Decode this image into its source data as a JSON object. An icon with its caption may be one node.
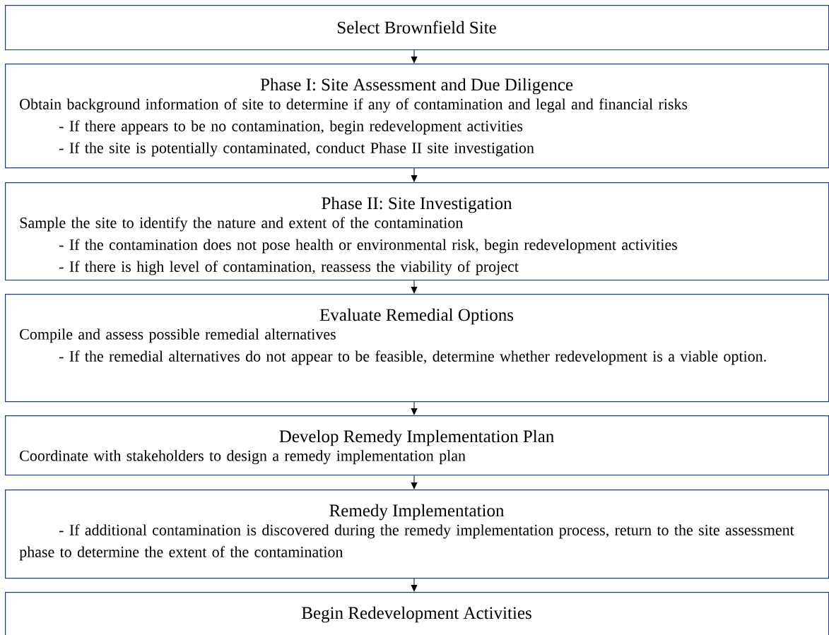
{
  "diagram": {
    "nodes": [
      {
        "text": [
          "Select Brownfield Site"
        ]
      },
      {
        "text": [
          "Phase I: Site Assessment and Due Diligence",
          "Obtain background information of site to determine if any of contamination and legal and financial risks",
          "- If there appears to be no contamination, begin redevelopment activities",
          "- If the site is potentially contaminated, conduct Phase II site investigation"
        ]
      },
      {
        "text": [
          "Phase II: Site Investigation",
          "Sample the site to identify the nature and extent of the contamination",
          "- If the contamination does not pose health or environmental risk, begin redevelopment activities",
          "- If there is high level of contamination, reassess the viability of project"
        ]
      },
      {
        "text": [
          "Evaluate Remedial Options",
          "Compile and assess possible remedial alternatives",
          "- If the remedial alternatives do not appear to be feasible, determine whether redevelopment is a viable option."
        ]
      },
      {
        "text": [
          "Develop Remedy Implementation Plan",
          "Coordinate with stakeholders to design a remedy implementation plan"
        ]
      },
      {
        "text": [
          "Remedy Implementation",
          "- If additional contamination is discovered during the remedy implementation process, return to the site assessment phase to determine the extent of the contamination"
        ]
      },
      {
        "text": [
          "Begin Redevelopment Activities"
        ]
      }
    ],
    "edges": [
      {
        "from": 0,
        "to": 1,
        "arrow": "to"
      },
      {
        "from": 1,
        "to": 2,
        "arrow": "to"
      },
      {
        "from": 2,
        "to": 3,
        "arrow": "to"
      },
      {
        "from": 3,
        "to": 4,
        "arrow": "to"
      },
      {
        "from": 4,
        "to": 5,
        "arrow": "to"
      },
      {
        "from": 5,
        "to": 6,
        "arrow": "to"
      }
    ]
  }
}
